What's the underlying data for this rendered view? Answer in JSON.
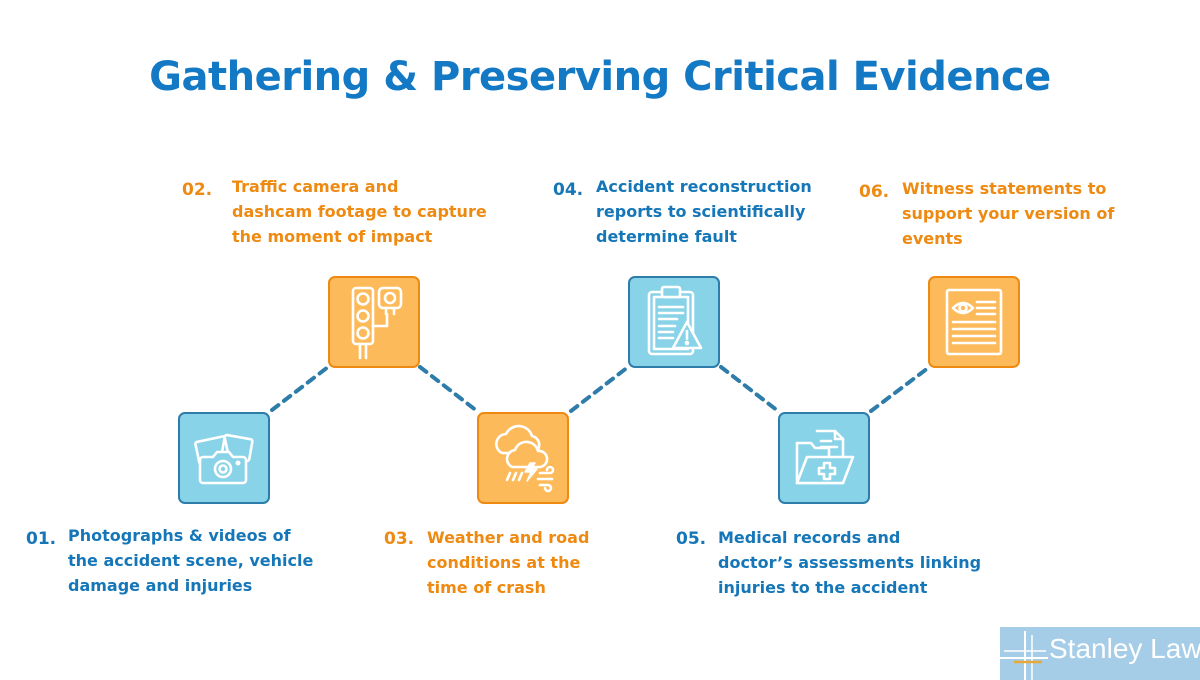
{
  "title": "Gathering & Preserving Critical Evidence",
  "colors": {
    "title": "#1479C4",
    "blue_text": "#1576B8",
    "orange_text": "#EE8A12",
    "connector": "#2E7CA9",
    "blue_fill": "#89D3E8",
    "orange_fill": "#FDBA5B"
  },
  "steps": [
    {
      "number": "01.",
      "text": "Photographs & videos of\nthe accident scene, vehicle\ndamage and injuries",
      "icon": "camera-photos-icon",
      "color": "blue"
    },
    {
      "number": "02.",
      "text": "Traffic camera and\ndashcam footage to capture\nthe moment of impact",
      "icon": "traffic-light-camera-icon",
      "color": "orange"
    },
    {
      "number": "03.",
      "text": "Weather and road\nconditions at the\ntime of crash",
      "icon": "storm-cloud-icon",
      "color": "orange"
    },
    {
      "number": "04.",
      "text": "Accident reconstruction\nreports to scientifically\ndetermine fault",
      "icon": "clipboard-warning-icon",
      "color": "blue"
    },
    {
      "number": "05.",
      "text": "Medical records and\ndoctor’s assessments linking\ninjuries to the accident",
      "icon": "medical-folder-icon",
      "color": "blue"
    },
    {
      "number": "06.",
      "text": "Witness statements to\nsupport your version of\nevents",
      "icon": "eye-document-icon",
      "color": "orange"
    }
  ],
  "logo": {
    "name": "Stanley Law"
  }
}
